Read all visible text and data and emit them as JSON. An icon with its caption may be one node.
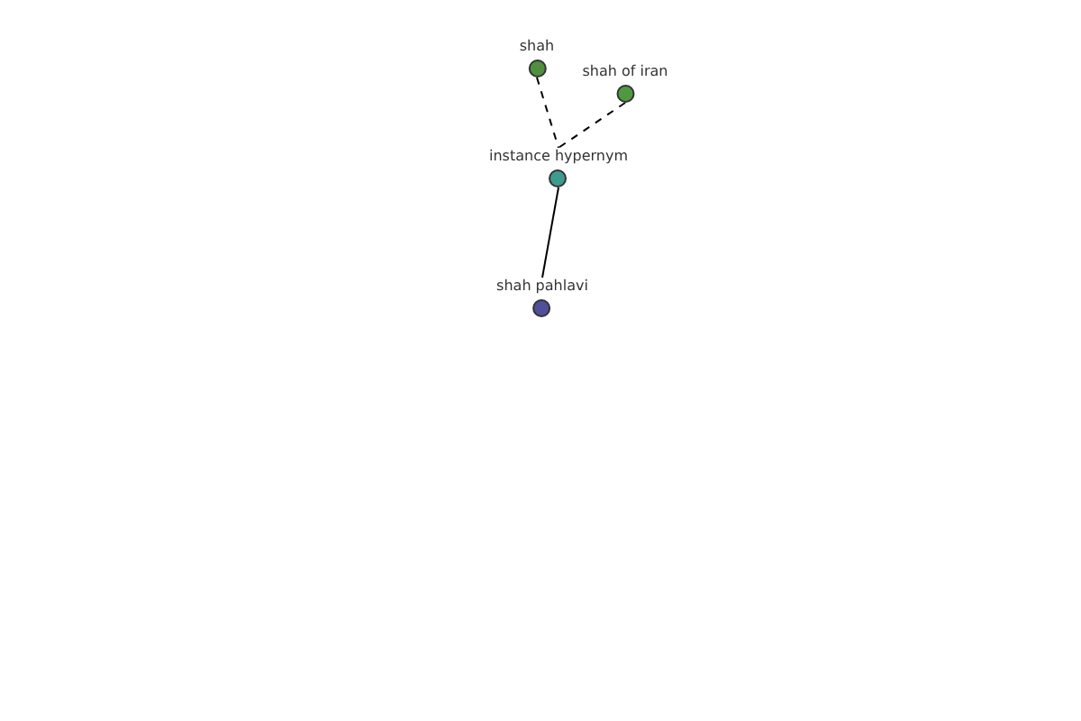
{
  "diagram": {
    "nodes": [
      {
        "text": [
          "shah"
        ]
      },
      {
        "text": [
          "shah of iran"
        ]
      },
      {
        "text": [
          "instance hypernym"
        ]
      },
      {
        "text": [
          "shah pahlavi"
        ]
      }
    ],
    "edges": [
      {
        "from": 0,
        "to": 2,
        "arrow": "none",
        "style": "dashed"
      },
      {
        "from": 1,
        "to": 2,
        "arrow": "none",
        "style": "dashed"
      },
      {
        "from": 2,
        "to": 3,
        "arrow": "none"
      }
    ]
  }
}
